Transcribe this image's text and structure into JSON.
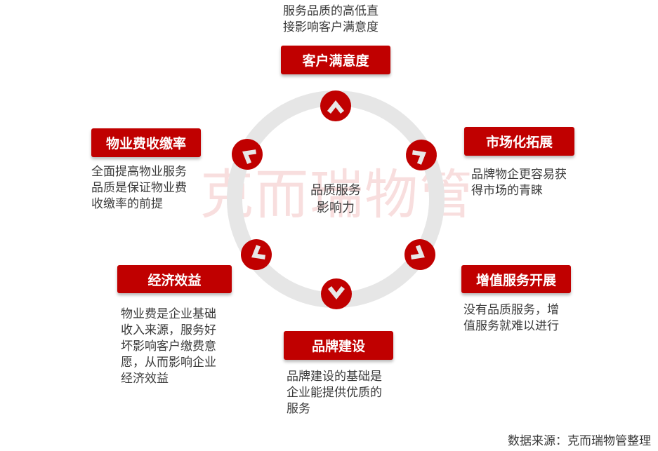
{
  "center": {
    "line1": "品质服务",
    "line2": "影响力"
  },
  "watermark": "克而瑞物管",
  "colors": {
    "accent": "#c00000",
    "ring": "#e6e6e6",
    "text": "#3a3a3a",
    "watermark": "#f8dede"
  },
  "nodes": [
    {
      "id": "customer-satisfaction",
      "label": "客户满意度",
      "desc": "服务品质的高低直接影响客户满意度",
      "desc_lines": [
        "服务品质的高低直",
        "接影响客户满意度"
      ],
      "arrow": "up"
    },
    {
      "id": "market-expansion",
      "label": "市场化拓展",
      "desc_lines": [
        "品牌物企更容易获",
        "得市场的青睐"
      ],
      "arrow": "upper-right"
    },
    {
      "id": "value-added-services",
      "label": "增值服务开展",
      "desc_lines": [
        "没有品质服务，增",
        "值服务就难以进行"
      ],
      "arrow": "lower-right"
    },
    {
      "id": "brand-building",
      "label": "品牌建设",
      "desc_lines": [
        "品牌建设的基础是",
        "企业能提供优质的",
        "服务"
      ],
      "arrow": "down"
    },
    {
      "id": "economic-benefit",
      "label": "经济效益",
      "desc_lines": [
        "物业费是企业基础",
        "收入来源，服务好",
        "坏影响客户缴费意",
        "愿，从而影响企业",
        "经济效益"
      ],
      "arrow": "lower-left"
    },
    {
      "id": "fee-collection-rate",
      "label": "物业费收缴率",
      "desc_lines": [
        "全面提高物业服务",
        "品质是保证物业费",
        "收缴率的前提"
      ],
      "arrow": "upper-left"
    }
  ],
  "source": "数据来源：克而瑞物管整理"
}
